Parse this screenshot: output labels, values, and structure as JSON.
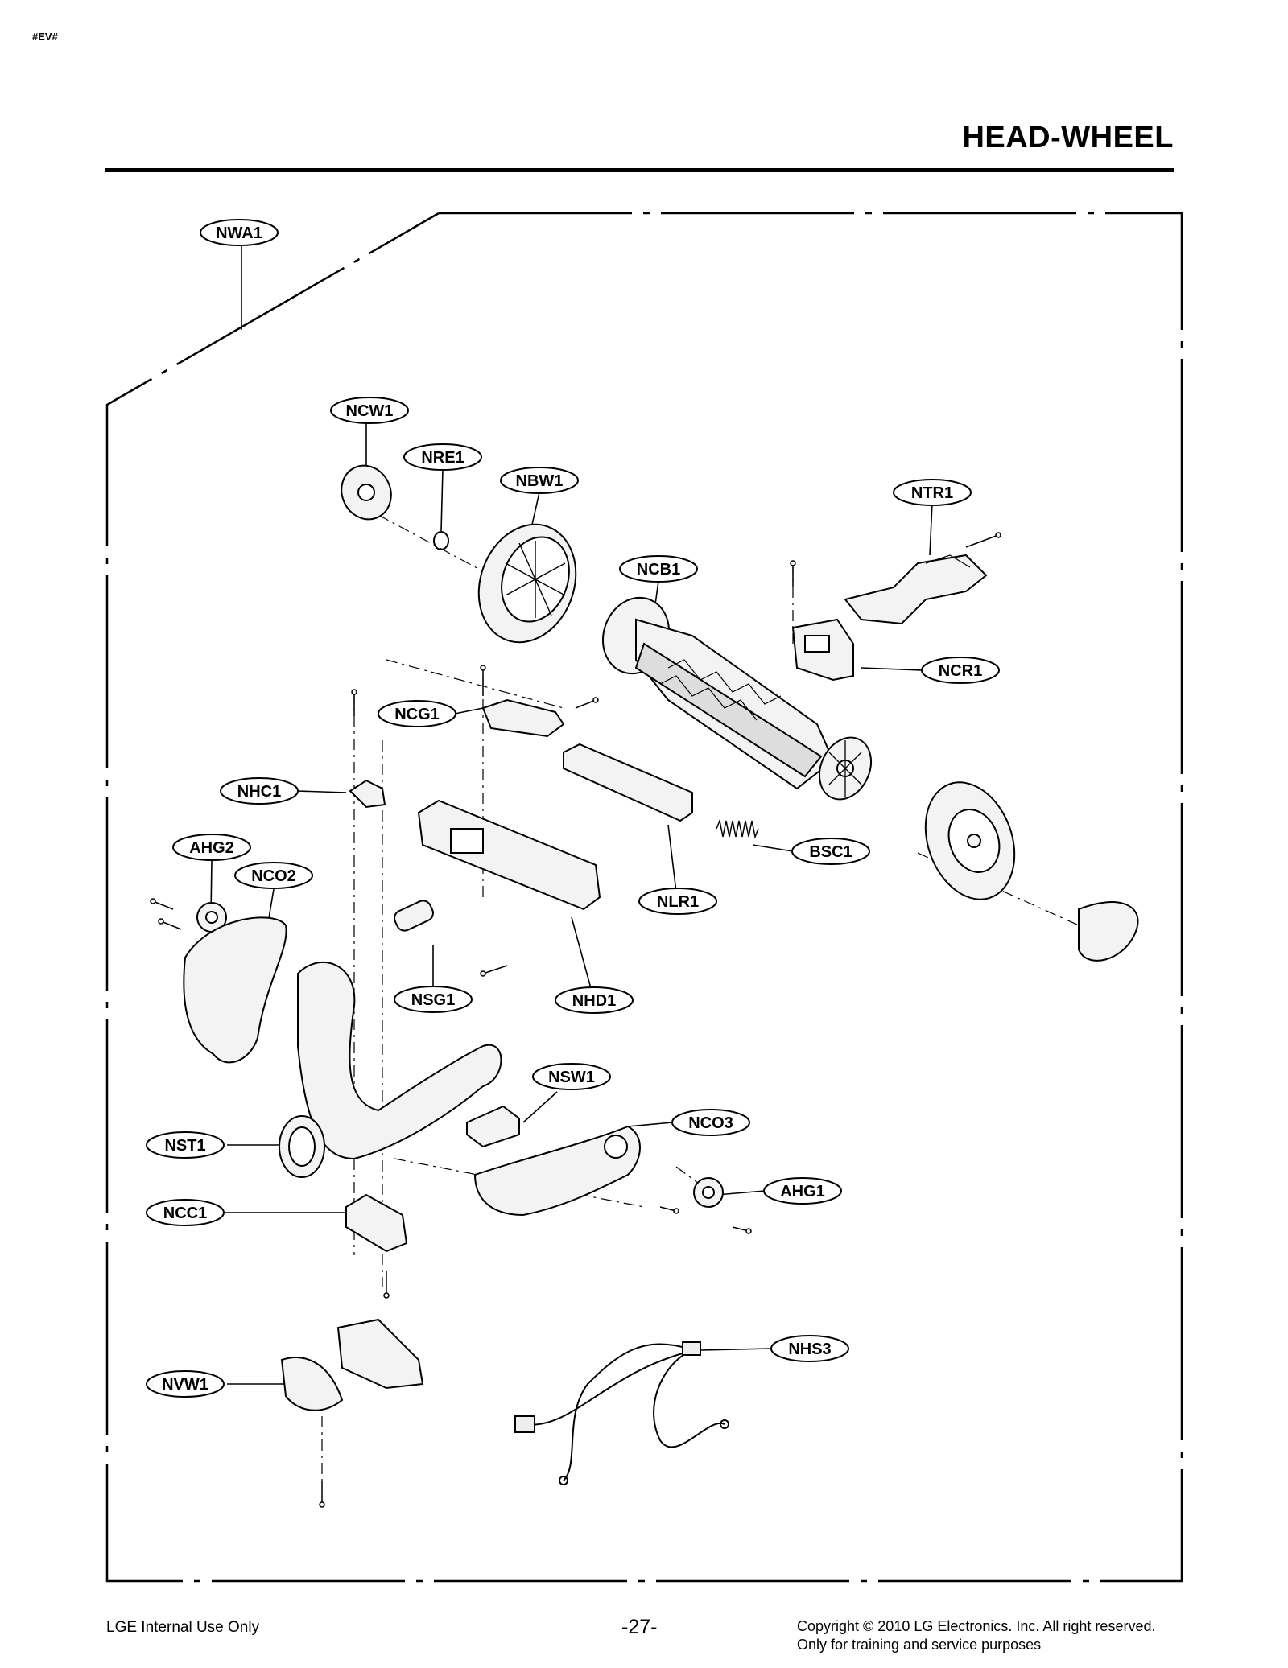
{
  "header": {
    "tag": "#EV#",
    "title": "HEAD-WHEEL"
  },
  "callouts": [
    "NWA1",
    "NCW1",
    "NRE1",
    "NBW1",
    "NTR1",
    "NCB1",
    "NCR1",
    "NCG1",
    "NHC1",
    "BSC1",
    "AHG2",
    "NCO2",
    "NLR1",
    "NSG1",
    "NHD1",
    "NSW1",
    "NCO3",
    "NST1",
    "AHG1",
    "NCC1",
    "NHS3",
    "NVW1"
  ],
  "footer": {
    "left": "LGE Internal Use Only",
    "page": "-27-",
    "copyright": "Copyright © 2010 LG Electronics. Inc. All right reserved.",
    "purpose": "Only for training and service purposes"
  }
}
